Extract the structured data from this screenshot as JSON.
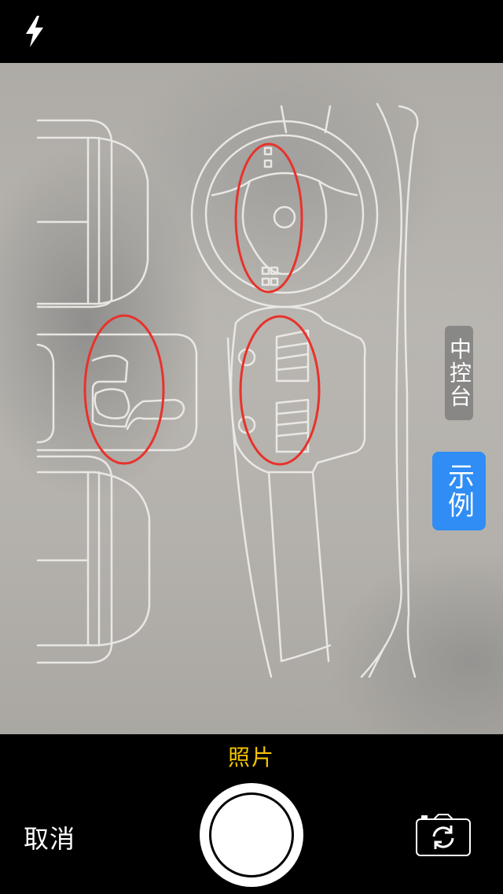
{
  "top_bar": {
    "flash_icon": "flash-icon"
  },
  "overlay": {
    "mode_options": [
      {
        "label": "中控台",
        "selected": false
      },
      {
        "label": "示例",
        "selected": true
      }
    ],
    "highlight_color": "#e8322c",
    "selected_color": "#2f8df5"
  },
  "bottom_bar": {
    "mode_label": "照片",
    "mode_label_color": "#f5c400",
    "cancel_label": "取消",
    "shutter_icon": "shutter-button",
    "switch_camera_icon": "camera-switch-icon"
  }
}
